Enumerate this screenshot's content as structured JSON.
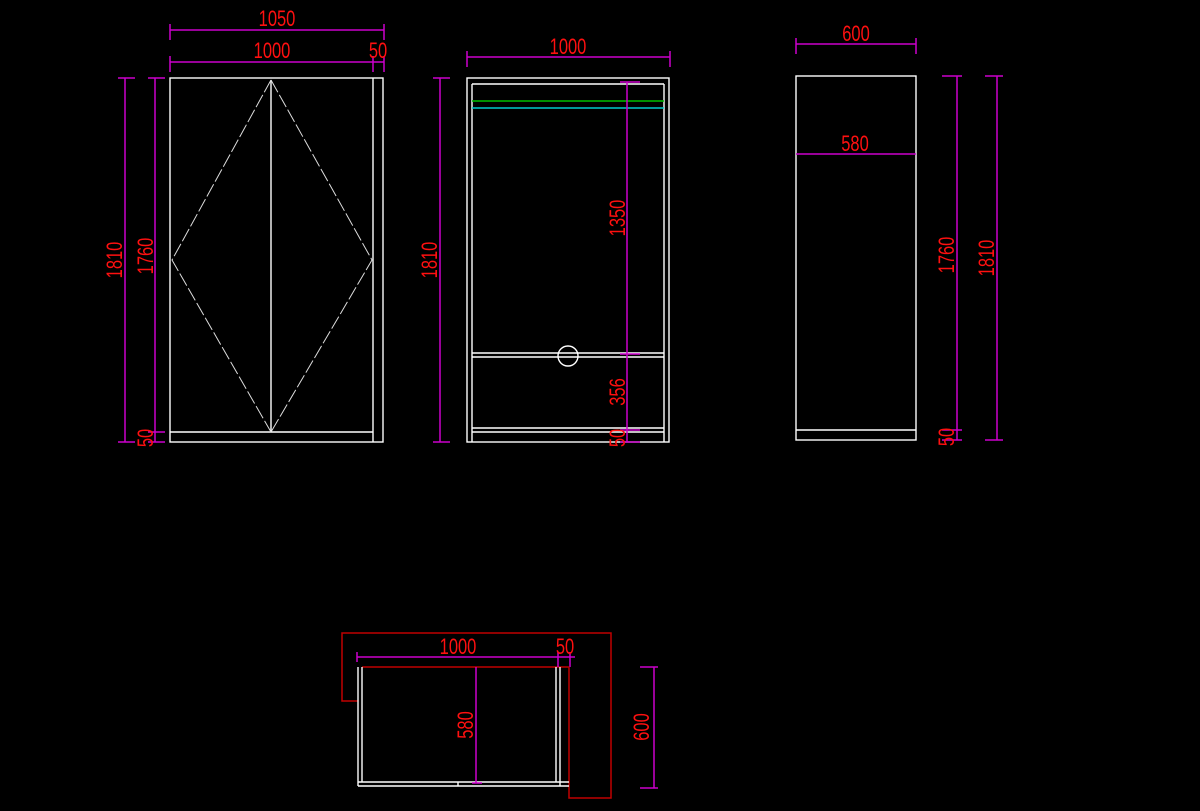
{
  "front_view": {
    "dims": {
      "overall_width": "1050",
      "door_width": "1000",
      "side_panel": "50",
      "overall_height": "1810",
      "body_height": "1760",
      "plinth": "50"
    }
  },
  "inner_view": {
    "dims": {
      "width": "1000",
      "height": "1810",
      "hanging_space": "1350",
      "drawer": "356",
      "plinth": "50"
    }
  },
  "side_view": {
    "dims": {
      "depth": "600",
      "inner_depth": "580",
      "body_height": "1760",
      "overall_height": "1810",
      "plinth": "50"
    }
  },
  "plan_view": {
    "dims": {
      "width": "1000",
      "side_panel": "50",
      "inner_depth": "580",
      "depth": "600"
    }
  },
  "colors": {
    "background": "#000000",
    "outline": "#ffffff",
    "dimension": "#cc00cc",
    "text": "#ff1010",
    "plan_outline": "#c00000"
  }
}
